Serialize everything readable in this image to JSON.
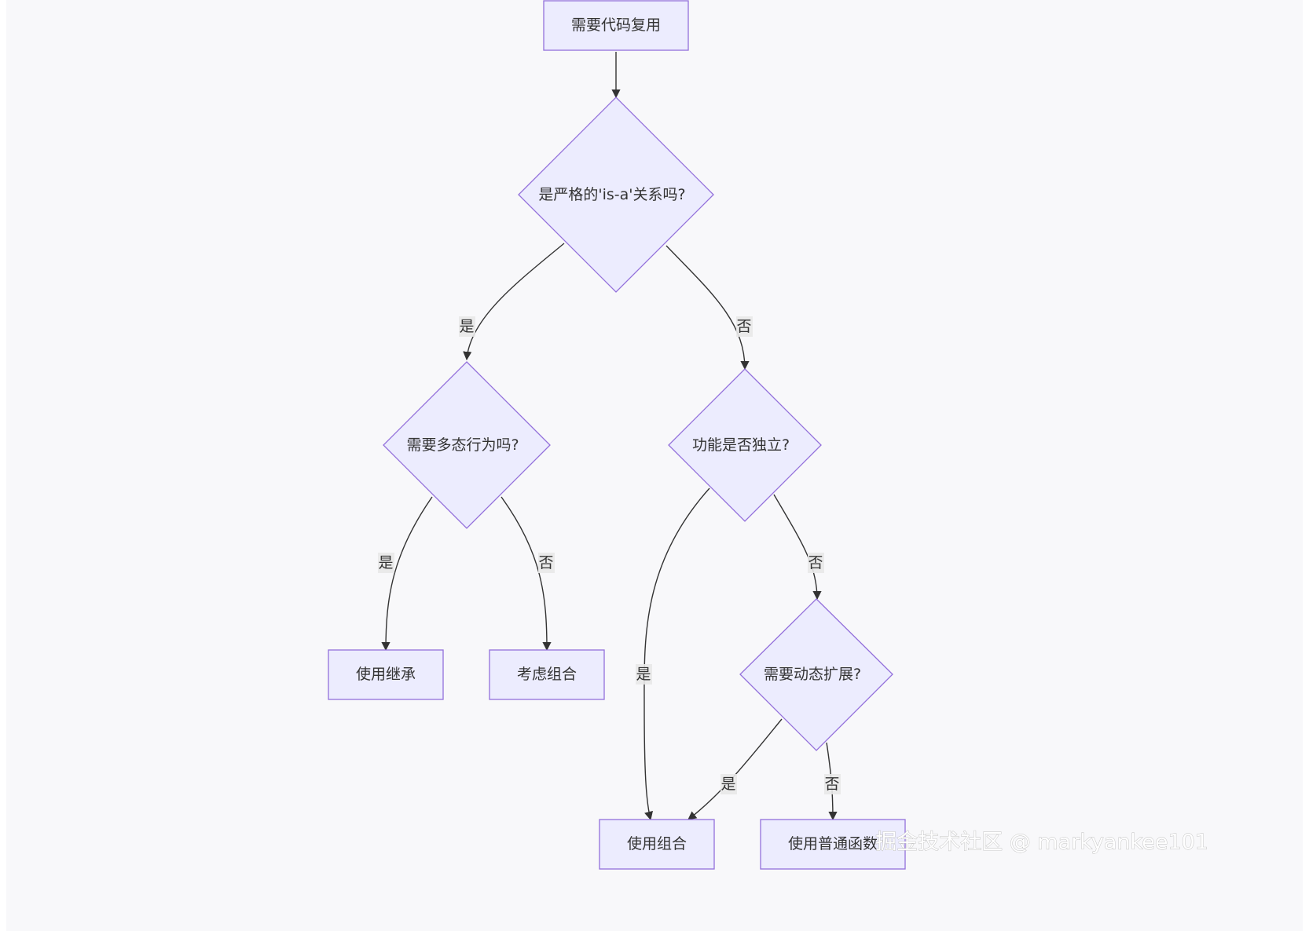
{
  "nodes": {
    "start": "需要代码复用",
    "is_a": "是严格的'is-a'关系吗?",
    "polymorphism": "需要多态行为吗?",
    "independent": "功能是否独立?",
    "use_inheritance": "使用继承",
    "consider_composition": "考虑组合",
    "dynamic_extension": "需要动态扩展?",
    "use_composition": "使用组合",
    "use_function": "使用普通函数"
  },
  "edges": {
    "is_a_yes": "是",
    "is_a_no": "否",
    "poly_yes": "是",
    "poly_no": "否",
    "indep_yes": "是",
    "indep_no": "否",
    "dyn_yes": "是",
    "dyn_no": "否"
  },
  "watermark": "掘金技术社区 @ markyankee101",
  "colors": {
    "node_fill": "#ececfe",
    "node_stroke": "#9370db",
    "edge": "#333333",
    "background": "#f8f8fa"
  }
}
